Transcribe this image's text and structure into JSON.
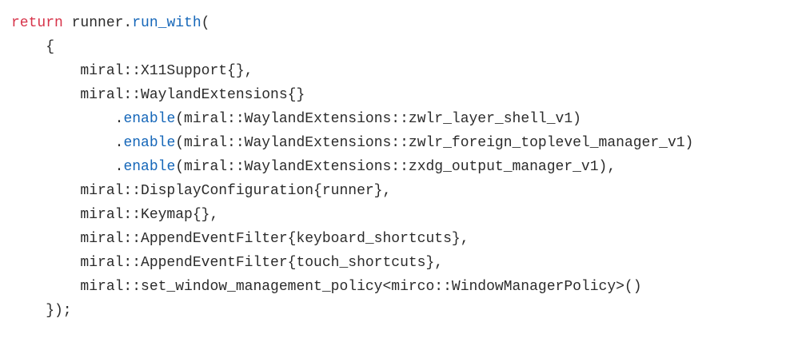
{
  "code": {
    "language": "cpp",
    "colors": {
      "keyword": "#d7344a",
      "function": "#1667b9",
      "text": "#2b2b2b",
      "background": "#ffffff"
    },
    "lines": [
      [
        {
          "t": "return",
          "k": "keyword"
        },
        {
          "t": " runner.",
          "k": "plain"
        },
        {
          "t": "run_with",
          "k": "func"
        },
        {
          "t": "(",
          "k": "plain"
        }
      ],
      [
        {
          "t": "    {",
          "k": "plain"
        }
      ],
      [
        {
          "t": "        miral::X11Support{},",
          "k": "plain"
        }
      ],
      [
        {
          "t": "        miral::WaylandExtensions{}",
          "k": "plain"
        }
      ],
      [
        {
          "t": "            .",
          "k": "plain"
        },
        {
          "t": "enable",
          "k": "func"
        },
        {
          "t": "(miral::WaylandExtensions::zwlr_layer_shell_v1)",
          "k": "plain"
        }
      ],
      [
        {
          "t": "            .",
          "k": "plain"
        },
        {
          "t": "enable",
          "k": "func"
        },
        {
          "t": "(miral::WaylandExtensions::zwlr_foreign_toplevel_manager_v1)",
          "k": "plain"
        }
      ],
      [
        {
          "t": "            .",
          "k": "plain"
        },
        {
          "t": "enable",
          "k": "func"
        },
        {
          "t": "(miral::WaylandExtensions::zxdg_output_manager_v1),",
          "k": "plain"
        }
      ],
      [
        {
          "t": "        miral::DisplayConfiguration{runner},",
          "k": "plain"
        }
      ],
      [
        {
          "t": "        miral::Keymap{},",
          "k": "plain"
        }
      ],
      [
        {
          "t": "        miral::AppendEventFilter{keyboard_shortcuts},",
          "k": "plain"
        }
      ],
      [
        {
          "t": "        miral::AppendEventFilter{touch_shortcuts},",
          "k": "plain"
        }
      ],
      [
        {
          "t": "        miral::set_window_management_policy<mirco::WindowManagerPolicy>()",
          "k": "plain"
        }
      ],
      [
        {
          "t": "    });",
          "k": "plain"
        }
      ]
    ]
  }
}
